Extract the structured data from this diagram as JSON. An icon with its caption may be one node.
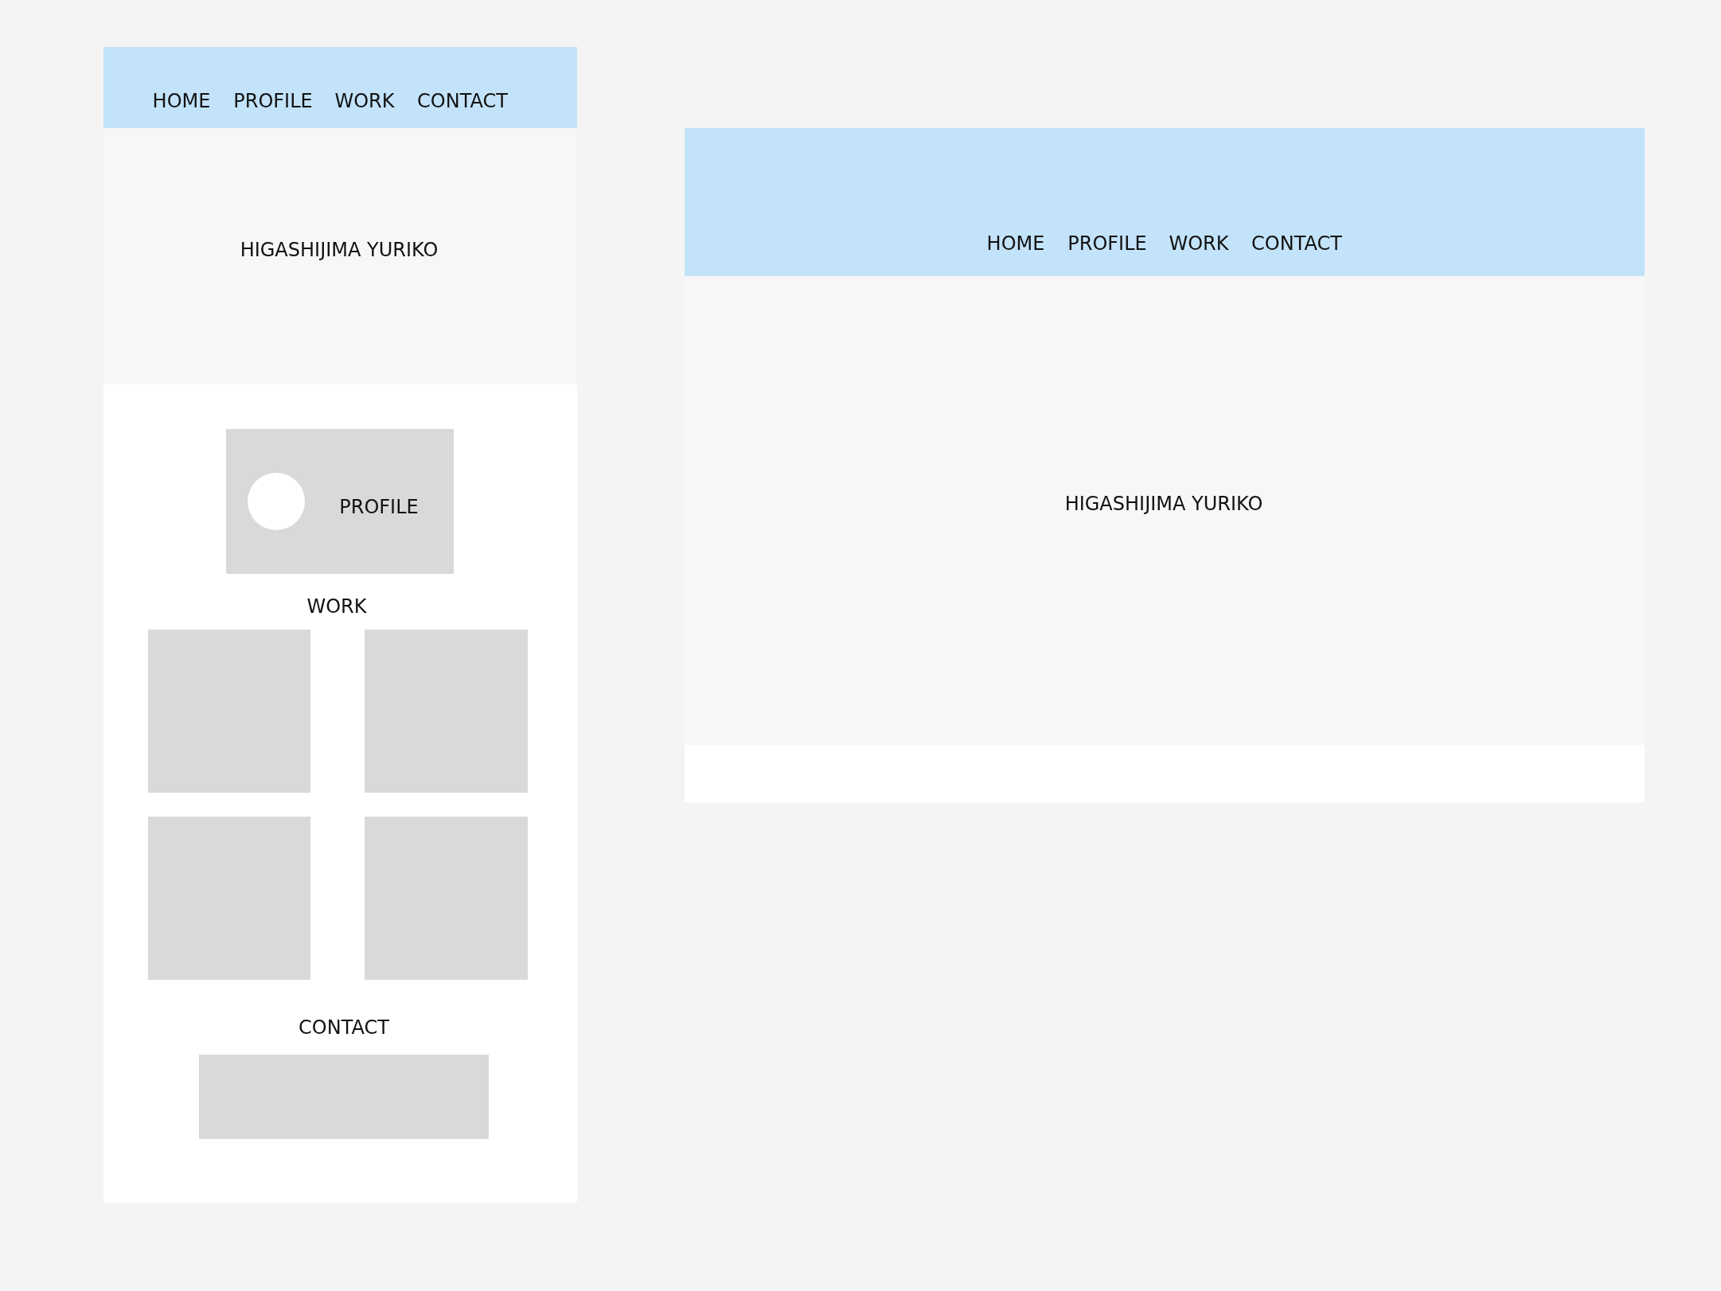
{
  "diagram": {
    "nodes": [
      {
        "text": [
          "HOME",
          "PROFILE",
          "WORK",
          "CONTACT"
        ]
      },
      {
        "text": [
          "HIGASHIJIMA YURIKO"
        ]
      },
      {
        "text": [
          "WORK",
          "CONTACT"
        ]
      },
      {
        "text": [
          "PROFILE"
        ],
        "in": 2
      },
      {
        "text": [],
        "shape": "circle",
        "in": 3
      },
      {
        "text": [],
        "shape": "box",
        "in": 2
      },
      {
        "text": [],
        "shape": "box",
        "in": 2
      },
      {
        "text": [],
        "shape": "box",
        "in": 2
      },
      {
        "text": [],
        "shape": "box",
        "in": 2
      },
      {
        "text": [],
        "shape": "box",
        "in": 2
      },
      {
        "text": [
          "HOME",
          "PROFILE",
          "WORK",
          "CONTACT"
        ]
      },
      {
        "text": [
          "HIGASHIJIMA YURIKO"
        ]
      },
      {
        "text": [],
        "shape": "bar"
      }
    ],
    "edges": []
  }
}
